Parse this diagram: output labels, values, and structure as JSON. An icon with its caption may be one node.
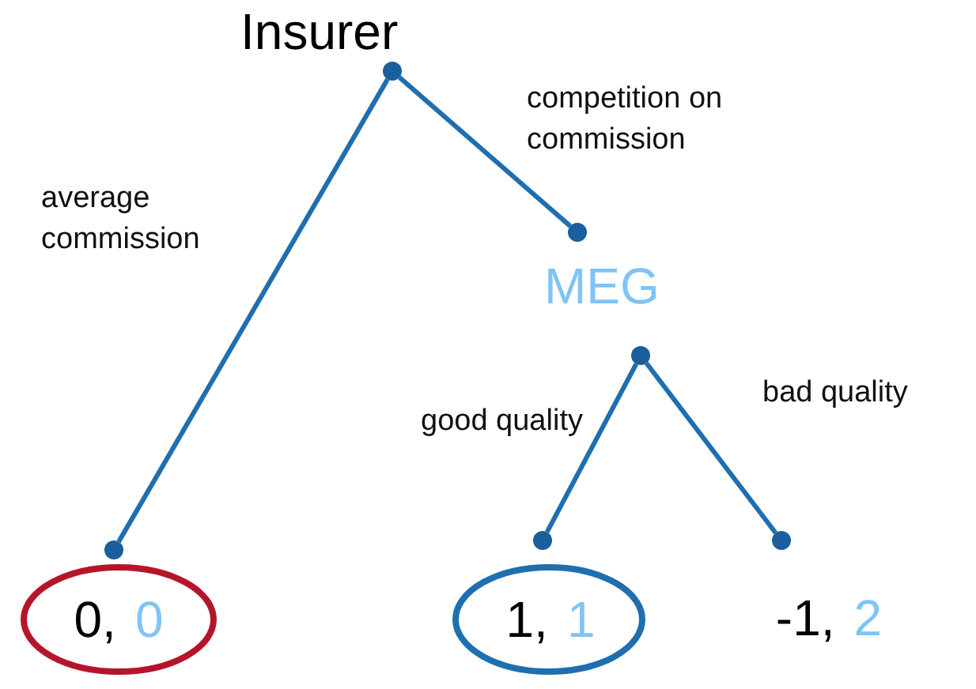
{
  "diagram": {
    "nodes": [
      {
        "text": [],
        "shape": "circle",
        "beside": [
          "Insurer"
        ]
      },
      {
        "text": [],
        "shape": "circle"
      },
      {
        "text": [],
        "shape": "circle",
        "beside": [
          "MEG"
        ]
      },
      {
        "text": [],
        "shape": "circle"
      },
      {
        "text": [],
        "shape": "circle"
      },
      {
        "text": [],
        "shape": "circle"
      },
      {
        "text": [],
        "shape": "circle"
      },
      {
        "text": [
          "0,",
          "0"
        ],
        "in": 6
      },
      {
        "text": [],
        "shape": "circle"
      },
      {
        "text": [
          "1,",
          "1"
        ],
        "in": 8
      },
      {
        "text": [
          "-1,",
          "2"
        ]
      }
    ],
    "edges": [
      {
        "from": 0,
        "to": 3,
        "arrow": "none",
        "label": "average commission"
      },
      {
        "from": 0,
        "to": 1,
        "arrow": "none",
        "label": "competition on commission"
      },
      {
        "from": 2,
        "to": 4,
        "arrow": "none",
        "label": "good quality"
      },
      {
        "from": 2,
        "to": 5,
        "arrow": "none",
        "label": "bad quality"
      }
    ]
  }
}
